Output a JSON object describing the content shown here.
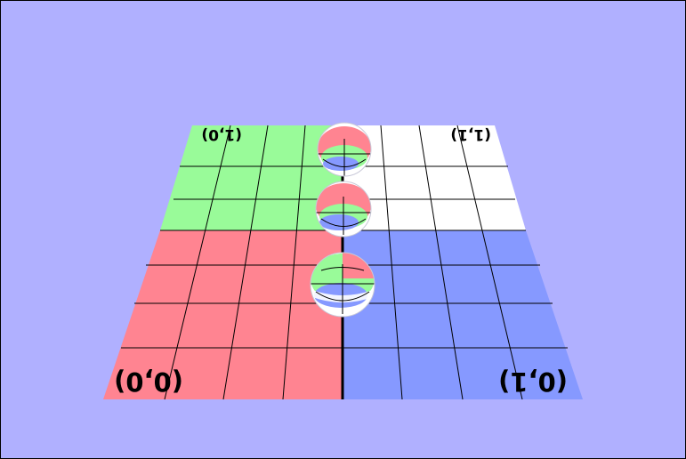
{
  "scene": {
    "background_color": "#b0b0ff",
    "quadrants": [
      {
        "id": "bottom-left",
        "color": "#ff8491"
      },
      {
        "id": "bottom-right",
        "color": "#8699ff"
      },
      {
        "id": "top-left",
        "color": "#99fb99"
      },
      {
        "id": "top-right",
        "color": "#ffffff"
      }
    ],
    "corner_labels": {
      "bottom_left": "(0,0)",
      "bottom_right": "(0,1)",
      "top_left": "(1,0)",
      "top_right": "(1,1)"
    },
    "spheres": [
      {
        "name": "far",
        "colors": [
          "#ff8491",
          "#99fb99",
          "#8699ff"
        ]
      },
      {
        "name": "middle",
        "colors": [
          "#ff8491",
          "#99fb99",
          "#8699ff"
        ]
      },
      {
        "name": "near",
        "colors": [
          "#99fb99",
          "#ff8491",
          "#8699ff"
        ]
      }
    ]
  }
}
